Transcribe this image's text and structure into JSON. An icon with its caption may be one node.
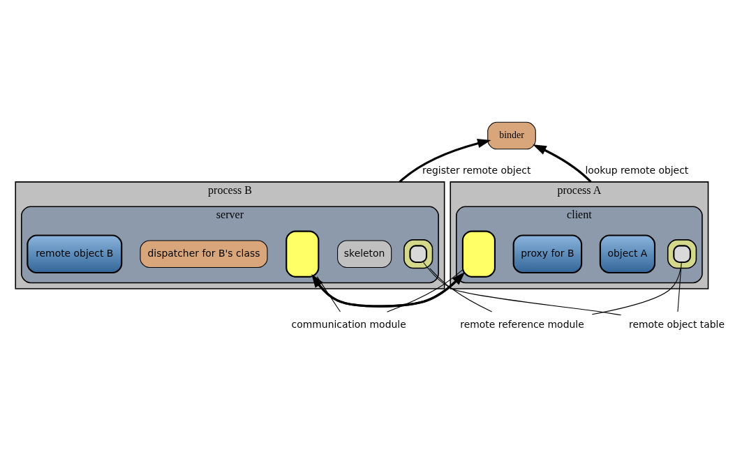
{
  "diagram": {
    "nodes": [
      {
        "text": [
          "process A"
        ]
      },
      {
        "text": [
          "client"
        ],
        "in": 0
      },
      {
        "text": [
          "object A"
        ],
        "in": 1
      },
      {
        "text": [
          "proxy for B"
        ],
        "in": 1
      },
      {
        "text": [],
        "shape": "box",
        "in": 1
      },
      {
        "text": [],
        "shape": "bar",
        "in": 1
      },
      {
        "text": [],
        "shape": "box",
        "in": 5
      },
      {
        "text": [
          "process B"
        ]
      },
      {
        "text": [
          "server"
        ],
        "in": 7
      },
      {
        "text": [
          "skeleton"
        ],
        "in": 8
      },
      {
        "text": [],
        "shape": "box",
        "in": 8
      },
      {
        "text": [
          "dispatcher for B's class"
        ],
        "in": 8
      },
      {
        "text": [
          "remote object B"
        ],
        "in": 8
      },
      {
        "text": [],
        "shape": "bar",
        "in": 8
      },
      {
        "text": [],
        "shape": "box",
        "in": 13
      },
      {
        "text": [
          "binder"
        ]
      },
      {
        "text": [
          "communication module"
        ]
      },
      {
        "text": [
          "remote object table"
        ]
      },
      {
        "text": [
          "remote reference module"
        ]
      }
    ],
    "edges": [
      {
        "from": 0,
        "to": 15,
        "arrow": "to",
        "label": "lookup remote object",
        "style": "thick"
      },
      {
        "from": 7,
        "to": 15,
        "arrow": "to",
        "label": "register remote object",
        "style": "thick"
      },
      {
        "from": 4,
        "to": 10,
        "arrow": "to",
        "style": "thick"
      },
      {
        "from": 10,
        "to": 4,
        "arrow": "to",
        "style": "thick"
      },
      {
        "from": 16,
        "to": 4,
        "arrow": "none"
      },
      {
        "from": 16,
        "to": 10,
        "arrow": "none"
      },
      {
        "from": 17,
        "to": 6,
        "arrow": "none"
      },
      {
        "from": 17,
        "to": 14,
        "arrow": "none"
      },
      {
        "from": 18,
        "to": 5,
        "arrow": "none"
      },
      {
        "from": 18,
        "to": 13,
        "arrow": "none"
      }
    ]
  }
}
